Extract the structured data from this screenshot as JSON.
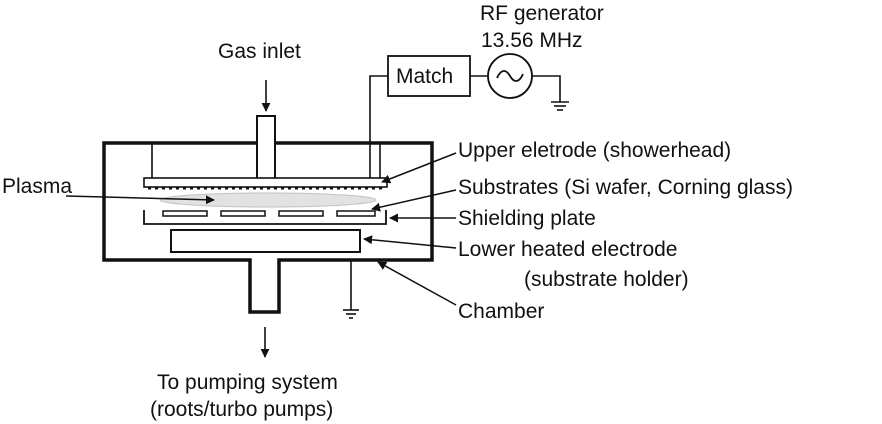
{
  "labels": {
    "rf_generator": "RF generator",
    "frequency": "13.56 MHz",
    "gas_inlet": "Gas inlet",
    "match": "Match",
    "plasma": "Plasma",
    "upper_electrode": "Upper eletrode (showerhead)",
    "substrates": "Substrates (Si wafer, Corning glass)",
    "shielding_plate": "Shielding plate",
    "lower_electrode": "Lower heated electrode",
    "substrate_holder": "(substrate holder)",
    "chamber": "Chamber",
    "pumping_system": "To pumping system",
    "pumps": "(roots/turbo pumps)"
  },
  "icons": {
    "ac_source": "sine-wave-icon",
    "ground": "ground-icon",
    "arrow": "arrow-icon"
  },
  "colors": {
    "line": "#111111",
    "background": "#ffffff",
    "plasma_fill": "#e2e2e2"
  }
}
